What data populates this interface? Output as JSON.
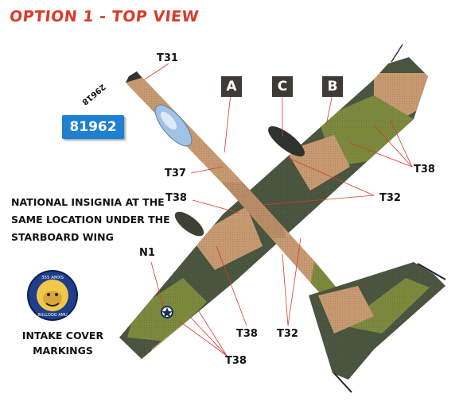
{
  "title": "OPTION 1 - TOP VIEW",
  "serials": {
    "main": "81962",
    "nose": "29618"
  },
  "panels": [
    "A",
    "C",
    "B"
  ],
  "callouts": {
    "t31": "T31",
    "t37": "T37",
    "t38_fuselage": "T38",
    "t32_upper": "T32",
    "t38_right_wing": "T38",
    "n1": "N1",
    "t38_lower": "T38",
    "t32_lower": "T32",
    "t38_left_wing": "T38"
  },
  "note": {
    "lines": [
      "NATIONAL INSIGNIA AT THE",
      "SAME LOCATION UNDER THE",
      "STARBOARD WING"
    ]
  },
  "intake": {
    "lines": [
      "INTAKE COVER",
      "MARKINGS"
    ]
  },
  "badge": {
    "top_text": "355 AMXS",
    "bottom_text": "BULLDOG AMU"
  },
  "colors": {
    "title": "#d93a2a",
    "tan": "#c79a72",
    "green": "#7d8a3e",
    "dark_green": "#4a5640",
    "serial_box": "#1f7fd0",
    "leader_line": "#d93a2a"
  }
}
